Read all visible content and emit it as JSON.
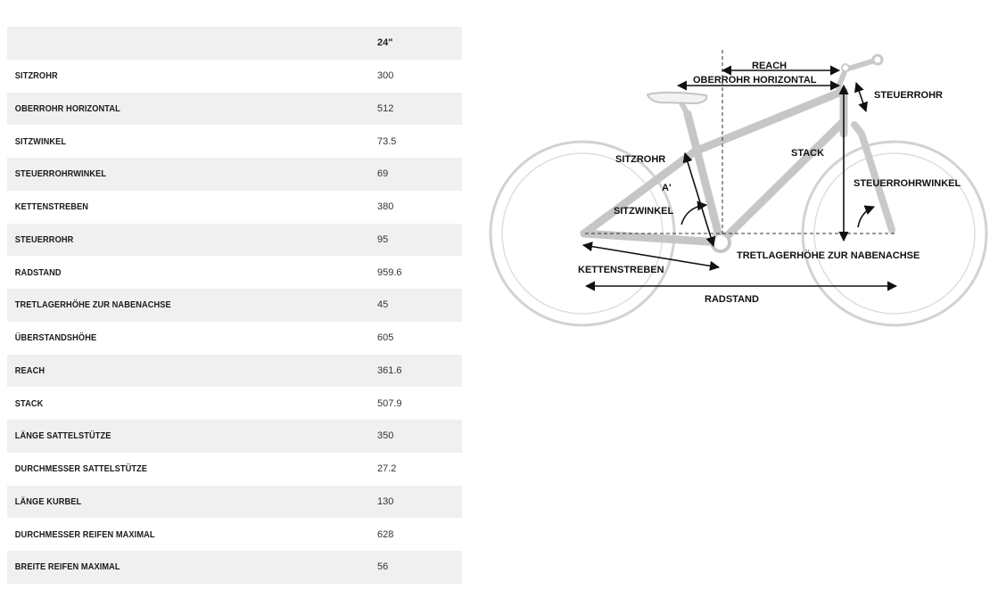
{
  "table": {
    "header": {
      "label": "",
      "value": "24\""
    },
    "rows": [
      {
        "label": "SITZROHR",
        "value": "300"
      },
      {
        "label": "OBERROHR HORIZONTAL",
        "value": "512"
      },
      {
        "label": "SITZWINKEL",
        "value": "73.5"
      },
      {
        "label": "STEUERROHRWINKEL",
        "value": "69"
      },
      {
        "label": "KETTENSTREBEN",
        "value": "380"
      },
      {
        "label": "STEUERROHR",
        "value": "95"
      },
      {
        "label": "RADSTAND",
        "value": "959.6"
      },
      {
        "label": "TRETLAGERHÖHE ZUR NABENACHSE",
        "value": "45"
      },
      {
        "label": "ÜBERSTANDSHÖHE",
        "value": "605"
      },
      {
        "label": "REACH",
        "value": "361.6"
      },
      {
        "label": "STACK",
        "value": "507.9"
      },
      {
        "label": "LÄNGE SATTELSTÜTZE",
        "value": "350"
      },
      {
        "label": "DURCHMESSER SATTELSTÜTZE",
        "value": "27.2"
      },
      {
        "label": "LÄNGE KURBEL",
        "value": "130"
      },
      {
        "label": "DURCHMESSER REIFEN MAXIMAL",
        "value": "628"
      },
      {
        "label": "BREITE REIFEN MAXIMAL",
        "value": "56"
      }
    ]
  },
  "diagram": {
    "labels": {
      "reach": "REACH",
      "oberrohr": "OBERROHR HORIZONTAL",
      "steuerrohr": "STEUERROHR",
      "stack": "STACK",
      "sitzrohr": "SITZROHR",
      "a": "A'",
      "steuerrohrwinkel": "STEUERROHRWINKEL",
      "sitzwinkel": "SITZWINKEL",
      "tretlager": "TRETLAGERHÖHE ZUR NABENACHSE",
      "kettenstreben": "KETTENSTREBEN",
      "radstand": "RADSTAND"
    }
  }
}
